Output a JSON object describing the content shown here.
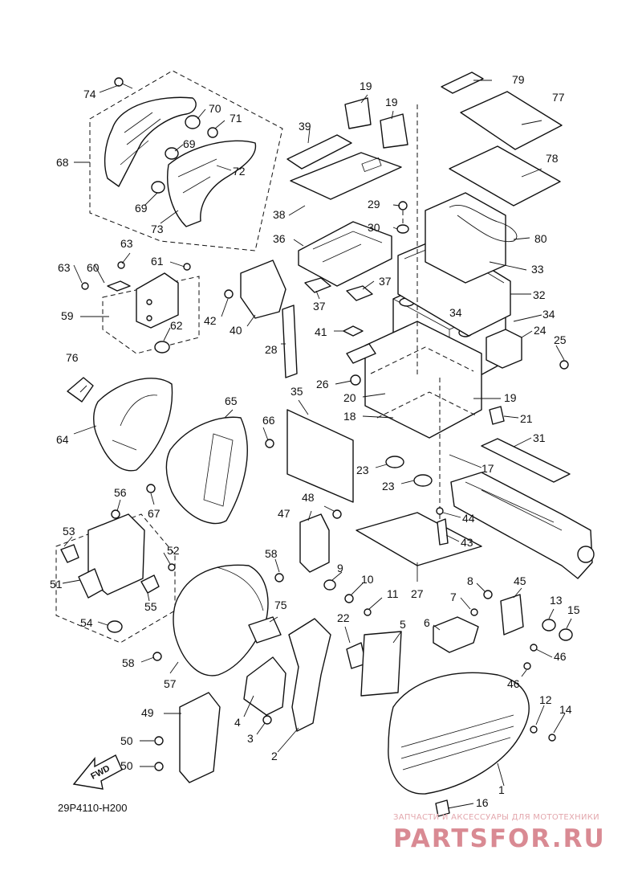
{
  "diagram": {
    "part_code": "29P4110-H200",
    "direction_arrow": "FWD",
    "callouts": [
      "1",
      "2",
      "3",
      "4",
      "5",
      "6",
      "7",
      "8",
      "9",
      "10",
      "11",
      "12",
      "13",
      "14",
      "15",
      "16",
      "17",
      "18",
      "19",
      "19",
      "19",
      "20",
      "21",
      "22",
      "23",
      "23",
      "24",
      "25",
      "26",
      "27",
      "28",
      "29",
      "30",
      "31",
      "32",
      "33",
      "34",
      "34",
      "35",
      "36",
      "37",
      "37",
      "38",
      "39",
      "40",
      "41",
      "42",
      "43",
      "44",
      "45",
      "46",
      "46",
      "47",
      "48",
      "49",
      "50",
      "50",
      "51",
      "52",
      "53",
      "54",
      "55",
      "56",
      "57",
      "58",
      "58",
      "59",
      "60",
      "61",
      "62",
      "63",
      "63",
      "64",
      "65",
      "66",
      "67",
      "68",
      "69",
      "69",
      "70",
      "71",
      "72",
      "73",
      "74",
      "75",
      "76",
      "77",
      "78",
      "79",
      "80"
    ]
  },
  "watermark": {
    "tagline": "ЗАПЧАСТИ И АКСЕССУАРЫ ДЛЯ МОТОТЕХНИКИ",
    "logo": "PARTSFOR.RU",
    "color": "#d98a93"
  }
}
